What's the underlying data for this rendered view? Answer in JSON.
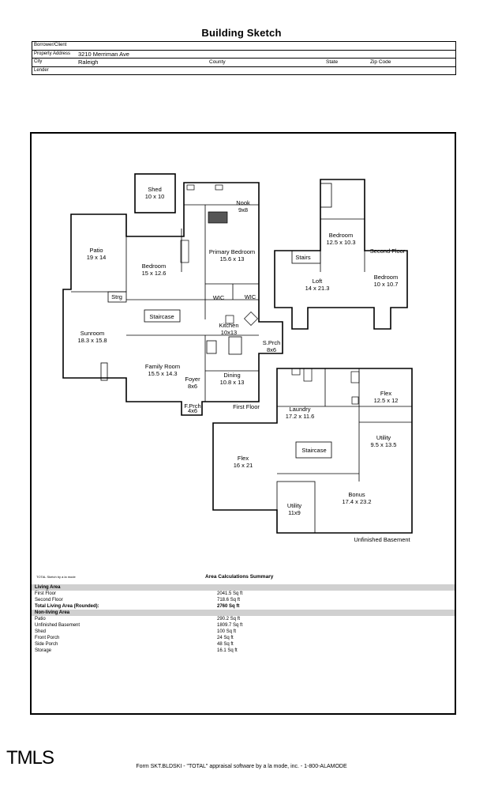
{
  "title": "Building Sketch",
  "header": {
    "borrower_label": "Borrower/Client",
    "address_label": "Property Address",
    "address": "3210 Merriman Ave",
    "city_label": "City",
    "city": "Raleigh",
    "county_label": "County",
    "state_label": "State",
    "zip_label": "Zip Code",
    "lender_label": "Lender"
  },
  "rooms": {
    "shed": "Shed",
    "shed_dim": "10 x 10",
    "nook": "Nook",
    "nook_dim": "9x8",
    "patio": "Patio",
    "patio_dim": "19 x 14",
    "bedroom": "Bedroom",
    "bedroom1_dim": "15 x 12.6",
    "primary": "Primary Bedroom",
    "primary_dim": "15.6 x 13",
    "strg": "Strg",
    "staircase": "Staircase",
    "wic": "WIC",
    "sunroom": "Sunroom",
    "sunroom_dim": "18.3 x 15.8",
    "kitchen": "Kitchen",
    "kitchen_dim": "10x13",
    "sprch": "S.Prch",
    "sprch_dim": "8x6",
    "family": "Family Room",
    "family_dim": "15.5 x 14.3",
    "foyer": "Foyer",
    "foyer_dim": "8x6",
    "dining": "Dining",
    "dining_dim": "10.8 x 13",
    "fprch": "F.Prch",
    "fprch_dim": "4x6",
    "first_floor": "First Floor",
    "loft": "Loft",
    "loft_dim": "14 x 21.3",
    "stairs": "Stairs",
    "bedroom2_dim": "12.5 x 10.3",
    "bedroom3_dim": "10 x 10.7",
    "second_floor": "Second Floor",
    "laundry": "Laundry",
    "laundry_dim": "17.2 x 11.6",
    "flex": "Flex",
    "flex1_dim": "12.5 x 12",
    "utility": "Utility",
    "utility1_dim": "9.5 x 13.5",
    "flex2_dim": "16 x 21",
    "bonus": "Bonus",
    "bonus_dim": "17.4 x 23.2",
    "utility2_dim": "11x9",
    "basement": "Unfinished Basement"
  },
  "summary": {
    "brand": "TOTAL Sketch by a la mode",
    "title": "Area Calculations Summary",
    "living_header": "Living Area",
    "living": [
      {
        "name": "First Floor",
        "value": "2041.5 Sq ft"
      },
      {
        "name": "Second Floor",
        "value": "718.6 Sq ft"
      }
    ],
    "total_label": "Total Living Area (Rounded):",
    "total_value": "2760 Sq ft",
    "nonliving_header": "Non-living Area",
    "nonliving": [
      {
        "name": "Patio",
        "value": "290.2 Sq ft"
      },
      {
        "name": "Unfinished Basement",
        "value": "1809.7 Sq ft"
      },
      {
        "name": "Shed",
        "value": "100 Sq ft"
      },
      {
        "name": "Front Porch",
        "value": "24 Sq ft"
      },
      {
        "name": "Side Porch",
        "value": "48 Sq ft"
      },
      {
        "name": "Storage",
        "value": "16.1 Sq ft"
      }
    ]
  },
  "logo": "TMLS",
  "footer": "Form SKT.BLDSKI - \"TOTAL\" appraisal software by a la mode, inc. - 1-800-ALAMODE"
}
